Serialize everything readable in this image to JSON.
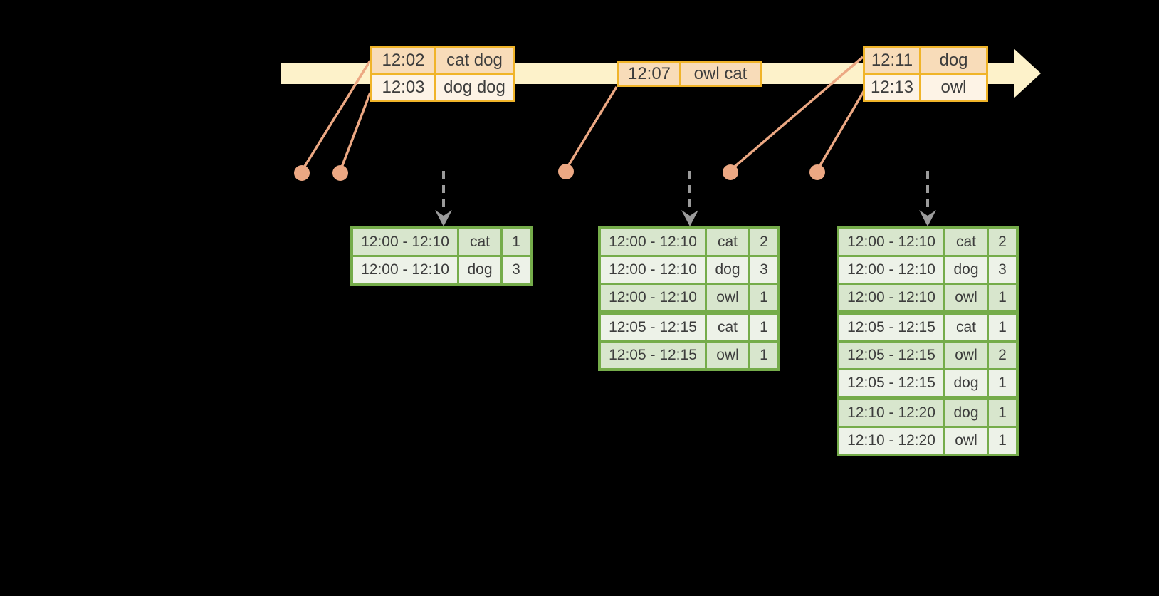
{
  "colors": {
    "background": "#000000",
    "timeline_band": "#fdf2ca",
    "event_box_border": "#f0b429",
    "event_cell_peach": "#f8dcb9",
    "event_cell_cream": "#fdf3e6",
    "connector": "#eca883",
    "trigger_arrow": "#9b9b9b",
    "result_border": "#75ac4a",
    "result_cell_dark": "#d8e6cd",
    "result_cell_light": "#edf2e8",
    "text": "#3d3d3d"
  },
  "event_boxes": [
    {
      "rows": [
        {
          "time": "12:02",
          "words": "cat dog"
        },
        {
          "time": "12:03",
          "words": "dog dog"
        }
      ]
    },
    {
      "rows": [
        {
          "time": "12:07",
          "words": "owl cat"
        }
      ]
    },
    {
      "rows": [
        {
          "time": "12:11",
          "words": "dog"
        },
        {
          "time": "12:13",
          "words": "owl"
        }
      ]
    }
  ],
  "result_tables": [
    {
      "rows": [
        {
          "window": "12:00 - 12:10",
          "word": "cat",
          "count": "1"
        },
        {
          "window": "12:00 - 12:10",
          "word": "dog",
          "count": "3"
        }
      ]
    },
    {
      "rows": [
        {
          "window": "12:00 - 12:10",
          "word": "cat",
          "count": "2"
        },
        {
          "window": "12:00 - 12:10",
          "word": "dog",
          "count": "3"
        },
        {
          "window": "12:00 - 12:10",
          "word": "owl",
          "count": "1"
        },
        {
          "window": "12:05 - 12:15",
          "word": "cat",
          "count": "1"
        },
        {
          "window": "12:05 - 12:15",
          "word": "owl",
          "count": "1"
        }
      ]
    },
    {
      "rows": [
        {
          "window": "12:00 - 12:10",
          "word": "cat",
          "count": "2"
        },
        {
          "window": "12:00 - 12:10",
          "word": "dog",
          "count": "3"
        },
        {
          "window": "12:00 - 12:10",
          "word": "owl",
          "count": "1"
        },
        {
          "window": "12:05 - 12:15",
          "word": "cat",
          "count": "1"
        },
        {
          "window": "12:05 - 12:15",
          "word": "owl",
          "count": "2"
        },
        {
          "window": "12:05 - 12:15",
          "word": "dog",
          "count": "1"
        },
        {
          "window": "12:10 - 12:20",
          "word": "dog",
          "count": "1"
        },
        {
          "window": "12:10 - 12:20",
          "word": "owl",
          "count": "1"
        }
      ]
    }
  ]
}
